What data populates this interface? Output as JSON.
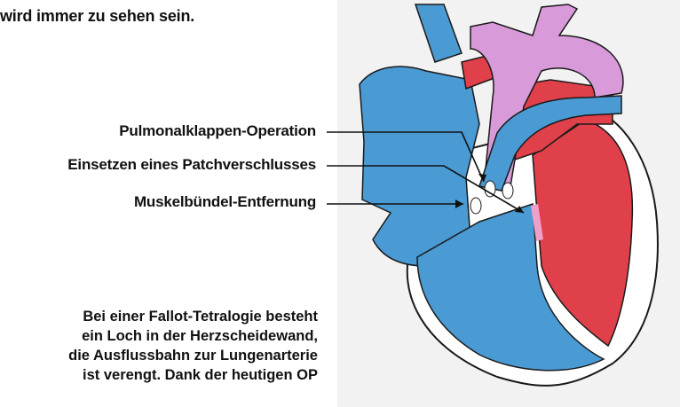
{
  "intro_text": "wird immer zu sehen sein.",
  "labels": [
    "Pulmonalklappen-Operation",
    "Einsetzen eines Patchverschlusses",
    "Muskelbündel-Entfernung"
  ],
  "caption_lines": [
    "Bei einer Fallot-Tetralogie besteht",
    "ein Loch in der Herzscheidewand,",
    "die Ausflussbahn zur Lungenarterie",
    "ist verengt. Dank der heutigen OP"
  ],
  "colors": {
    "deoxygenated_blood": "#4a9ad4",
    "oxygenated_blood": "#e0404a",
    "aorta": "#d89ad8",
    "outline": "#1a1a1a",
    "panel": "#f2f2f2"
  }
}
